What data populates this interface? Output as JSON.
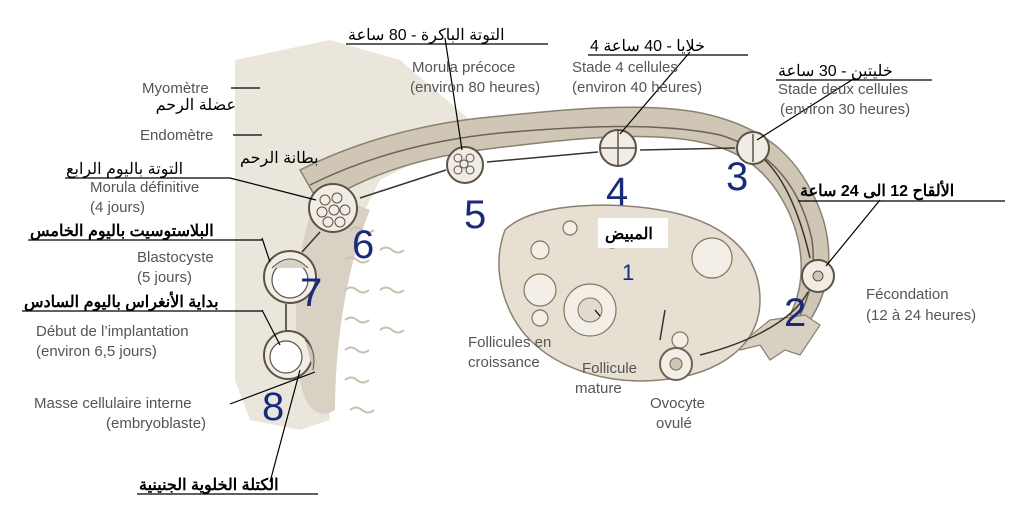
{
  "labels": {
    "myometre": "Myomètre",
    "myometre_ar": "عضلة الرحم",
    "endometre": "Endomètre",
    "endometre_ar": "بطانة الرحم",
    "morula_precoce_1": "Morula précoce",
    "morula_precoce_2": "(environ 80 heures)",
    "morula_precoce_ar": "التوتة الباكرة - 80 ساعة",
    "stade4_1": "Stade 4 cellules",
    "stade4_2": "(environ 40 heures)",
    "stade4_ar": "4 خلايا - 40 ساعة",
    "stade2_1": "Stade deux cellules",
    "stade2_2": "(environ 30 heures)",
    "stade2_ar": "خليتين - 30 ساعة",
    "fecondation_ar": "الألقاح 12 الى 24 ساعة",
    "fecondation_1": "Fécondation",
    "fecondation_2": "(12 à 24 heures)",
    "morula_def_ar": "التوتة باليوم الرابع",
    "morula_def_1": "Morula définitive",
    "morula_def_2": "(4 jours)",
    "blasto_ar": "البلاستوسيت باليوم الخامس",
    "blasto_1": "Blastocyste",
    "blasto_2": "(5 jours)",
    "implant_ar": "بداية الأنغراس باليوم السادس",
    "implant_1": "Début de l’implantation",
    "implant_2": "(environ 6,5 jours)",
    "masse_1": "Masse cellulaire interne",
    "masse_2": "(embryoblaste)",
    "masse_ar": "الكتلة الخلوية الجنينية",
    "ovaire_ar": "المبيض",
    "follicules_1": "Follicules en",
    "follicules_2": "croissance",
    "follicule_mature_1": "Follicule",
    "follicule_mature_2": "mature",
    "ovocyte_1": "Ovocyte",
    "ovocyte_2": "ovulé"
  },
  "numbers": {
    "n1": "1",
    "n2": "2",
    "n3": "3",
    "n4": "4",
    "n5": "5",
    "n6": "6",
    "n7": "7",
    "n8": "8"
  },
  "colors": {
    "tissue": "#e9e3d8",
    "tube": "#cfc6b6",
    "tube_inner": "#dcd5c8",
    "cell": "#f2ede4",
    "stroke": "#5b5347",
    "number": "#1a2a7a"
  }
}
